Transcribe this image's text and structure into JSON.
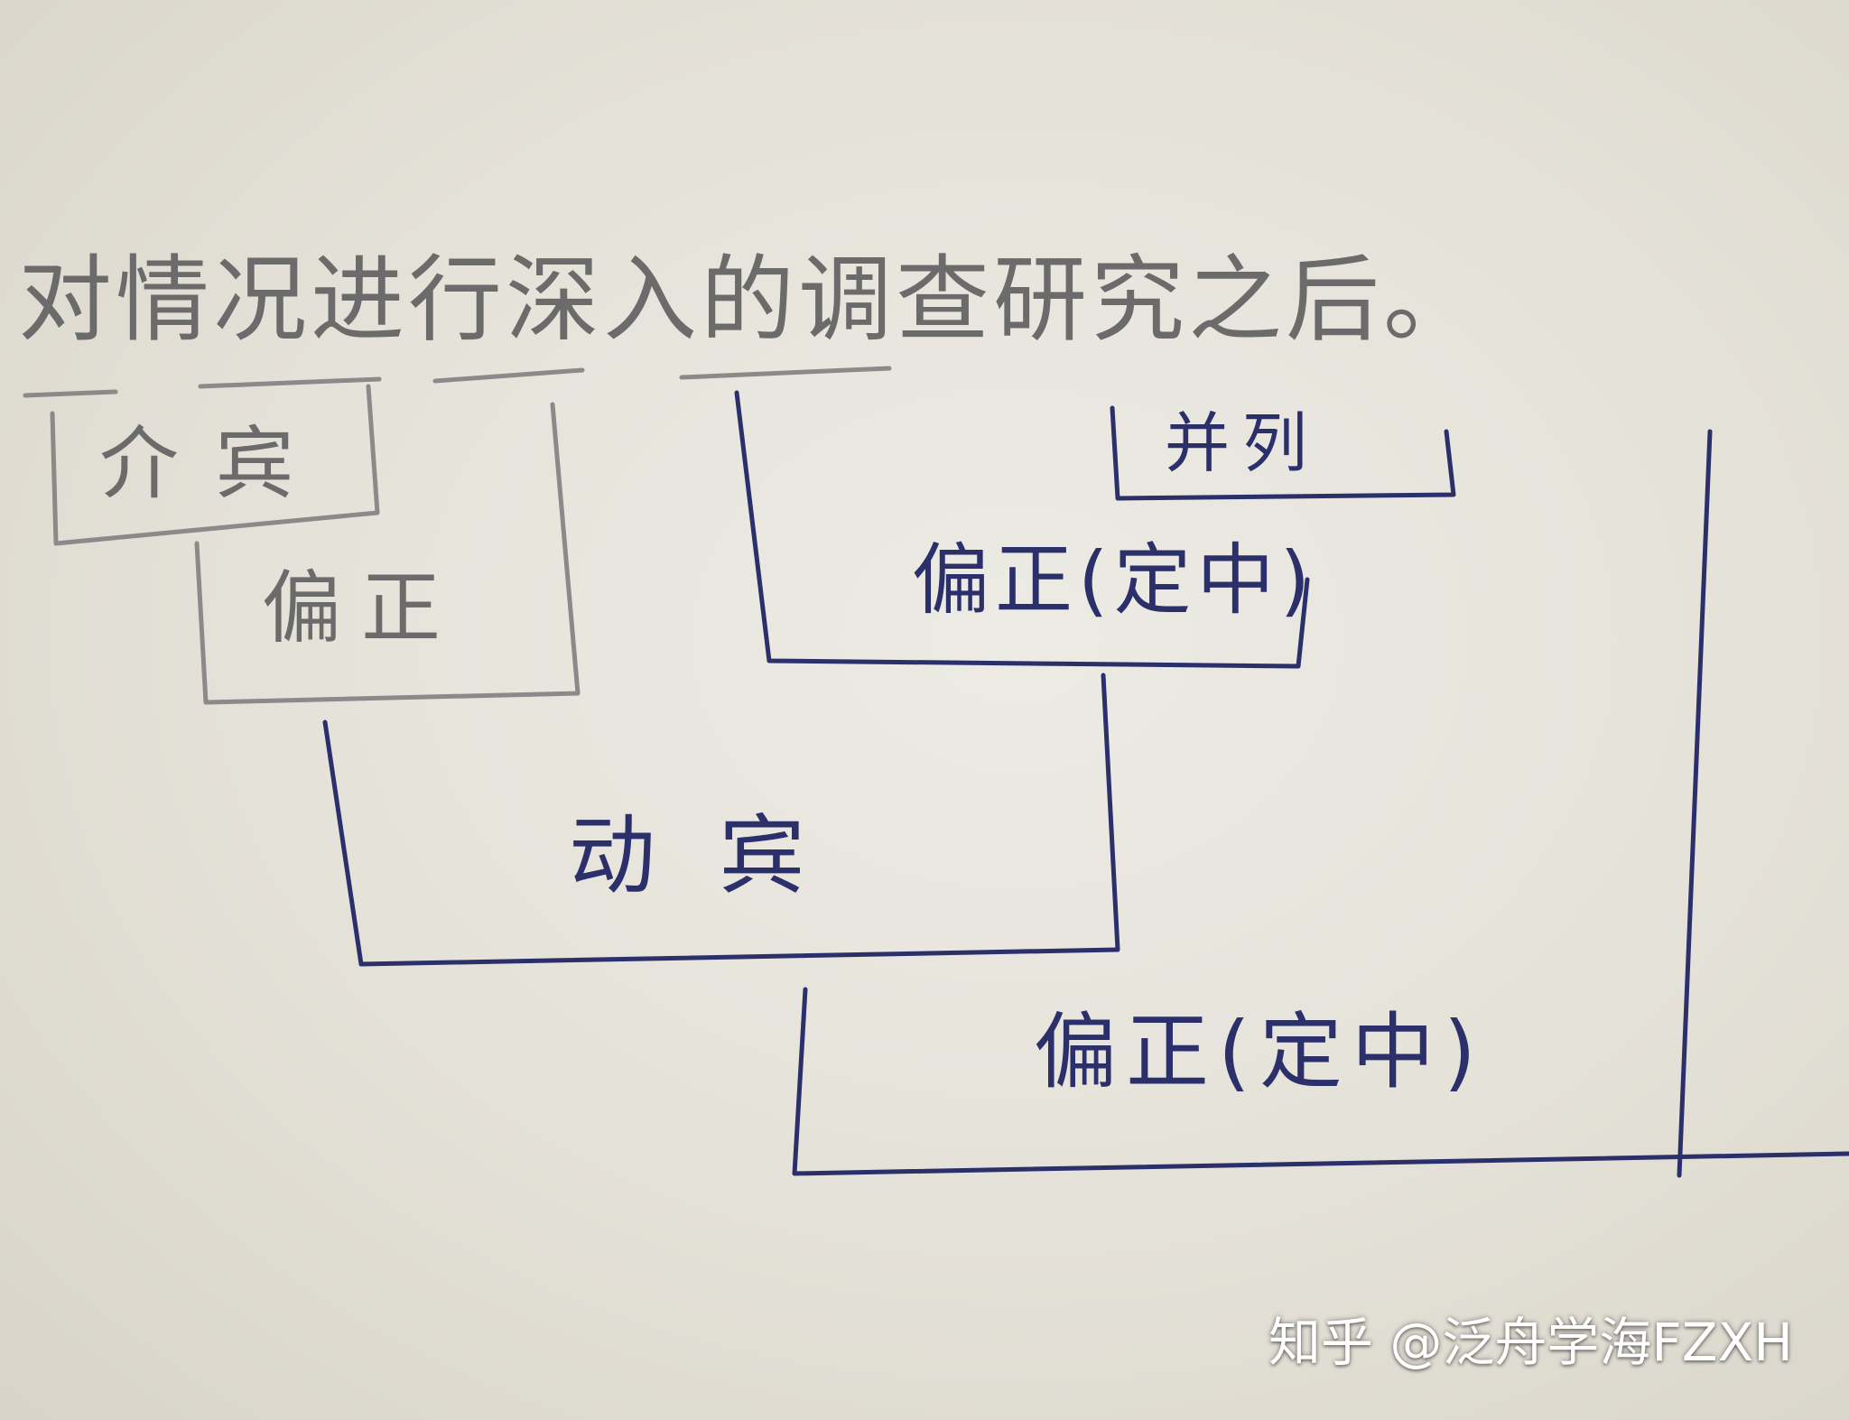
{
  "sentence": "对情况进行深入的调查研究之后。",
  "labels": {
    "jiebin": "介宾",
    "pianzheng_1": "偏正",
    "bingli": "并列",
    "pianzheng_dingzhong_1": "偏正(定中)",
    "dongbin": "动宾",
    "pianzheng_dingzhong_2": "偏正(定中)"
  },
  "watermark": "知乎 @泛舟学海FZXH",
  "colors": {
    "pencil": "#6b6b6b",
    "pen": "#2b2f6a",
    "paper": "#e6e3da"
  }
}
